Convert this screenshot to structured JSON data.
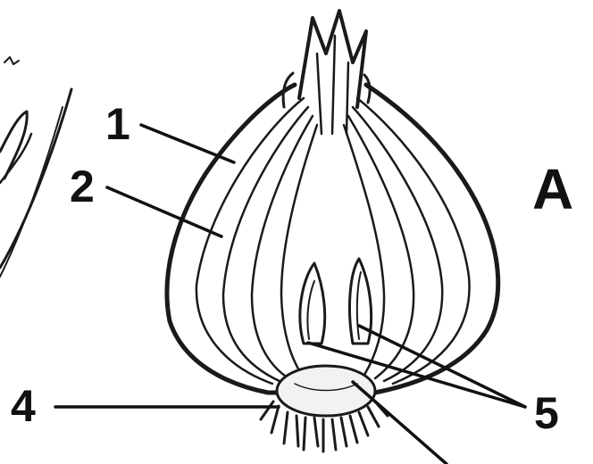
{
  "figure": {
    "panel_letter": "A",
    "labels": {
      "l1": "1",
      "l2": "2",
      "l4": "4",
      "l5": "5"
    }
  }
}
